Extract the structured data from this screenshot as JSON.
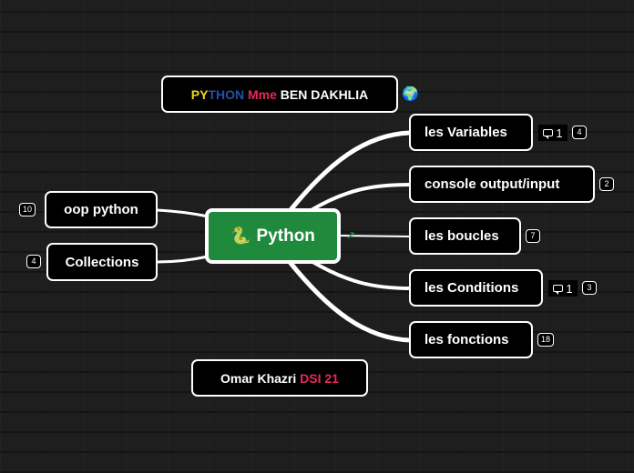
{
  "central": {
    "icon": "snake-emoji",
    "icon_glyph": "🐍",
    "label": "Python",
    "color": "#1f8a3b"
  },
  "title_node": {
    "parts": [
      {
        "text": "PY",
        "color": "#f2d61d"
      },
      {
        "text": "THON",
        "color": "#2a4fa8"
      },
      {
        "text": " Mme",
        "color": "#e5285a"
      },
      {
        "text": " BEN DAKHLIA",
        "color": "#ffffff"
      }
    ],
    "icon": "globe-icon",
    "icon_glyph": "🌍"
  },
  "author_node": {
    "parts": [
      {
        "text": "Omar Khazri",
        "color": "#ffffff"
      },
      {
        "text": " DSI 21",
        "color": "#e5285a"
      }
    ]
  },
  "left_topics": [
    {
      "label": "oop python",
      "count": "10"
    },
    {
      "label": "Collections",
      "count": "4"
    }
  ],
  "right_topics": [
    {
      "label": "les Variables",
      "comments": "1",
      "count": "4"
    },
    {
      "label": "console output/input",
      "count": "2"
    },
    {
      "label": "les boucles",
      "count": "7"
    },
    {
      "label": "les Conditions",
      "comments": "1",
      "count": "3"
    },
    {
      "label": "les fonctions",
      "count": "18"
    }
  ],
  "collapse_glyph": "↗",
  "colors": {
    "background": "#1e1e1e",
    "node_border": "#ffffff",
    "node_bg": "#000000"
  }
}
